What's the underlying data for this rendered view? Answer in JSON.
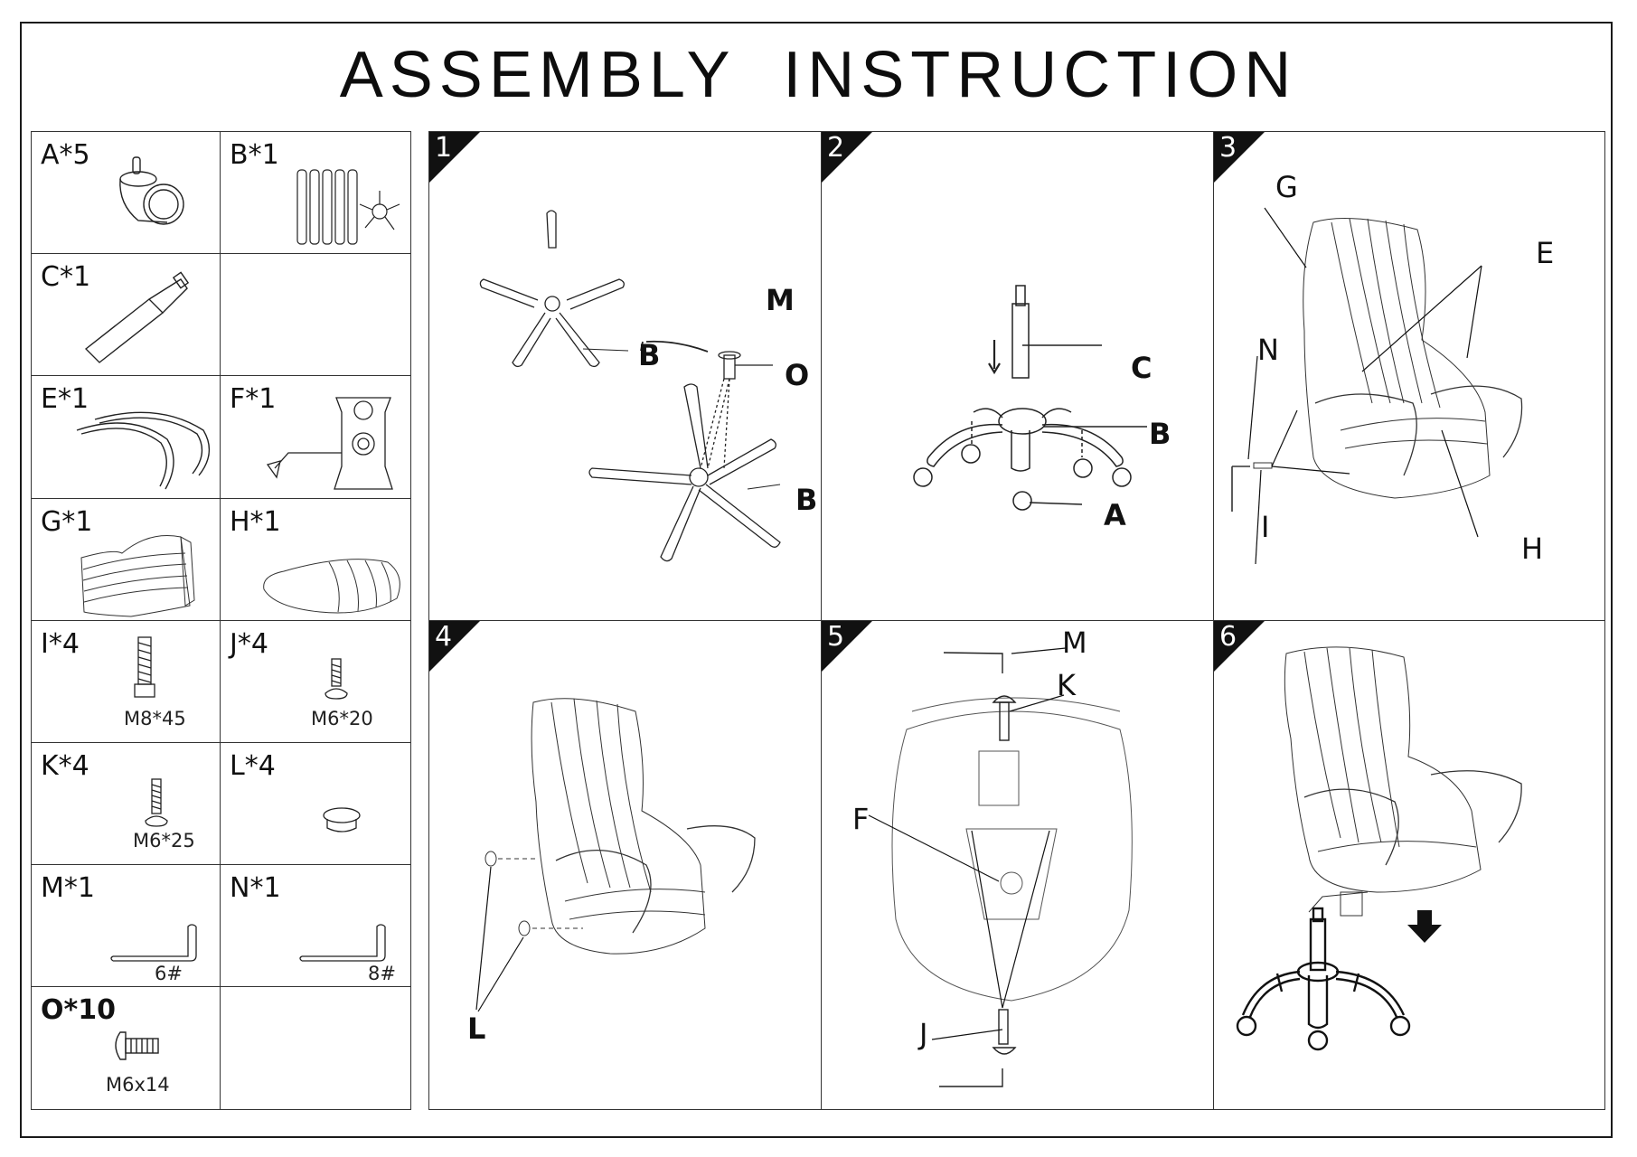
{
  "title": "ASSEMBLY  INSTRUCTION",
  "parts": [
    {
      "label": "A*5",
      "icon": "caster-wheel-icon"
    },
    {
      "label": "B*1",
      "icon": "base-legs-icon"
    },
    {
      "label": "C*1",
      "icon": "gas-cylinder-icon"
    },
    {
      "label": "",
      "icon": ""
    },
    {
      "label": "E*1",
      "icon": "armrests-icon"
    },
    {
      "label": "F*1",
      "icon": "seat-mechanism-icon"
    },
    {
      "label": "G*1",
      "icon": "backrest-icon"
    },
    {
      "label": "H*1",
      "icon": "seat-cushion-icon"
    },
    {
      "label": "I*4",
      "spec": "M8*45",
      "icon": "bolt-icon"
    },
    {
      "label": "J*4",
      "spec": "M6*20",
      "icon": "bolt-icon"
    },
    {
      "label": "K*4",
      "spec": "M6*25",
      "icon": "bolt-icon"
    },
    {
      "label": "L*4",
      "icon": "end-cap-icon"
    },
    {
      "label": "M*1",
      "spec": "6#",
      "icon": "allen-key-icon"
    },
    {
      "label": "N*1",
      "spec": "8#",
      "icon": "allen-key-icon"
    },
    {
      "label": "O*10",
      "spec": "M6x14",
      "icon": "bolt-icon"
    },
    {
      "label": "",
      "icon": ""
    }
  ],
  "steps": [
    {
      "number": "1",
      "callouts": [
        "B",
        "M",
        "O",
        "B"
      ]
    },
    {
      "number": "2",
      "callouts": [
        "C",
        "B",
        "A"
      ]
    },
    {
      "number": "3",
      "callouts": [
        "G",
        "E",
        "N",
        "I",
        "H"
      ]
    },
    {
      "number": "4",
      "callouts": [
        "L"
      ]
    },
    {
      "number": "5",
      "callouts": [
        "M",
        "K",
        "F",
        "J"
      ]
    },
    {
      "number": "6",
      "callouts": []
    }
  ]
}
